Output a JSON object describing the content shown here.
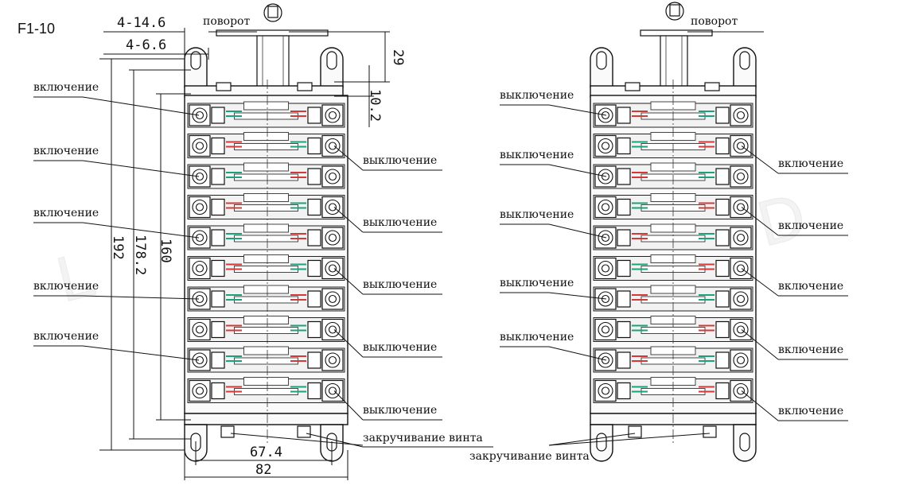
{
  "model_label": "F1-10",
  "left": {
    "rotation_label": "поворот",
    "screw_label": "закручивание винта",
    "left_labels": [
      "включение",
      "включение",
      "включение",
      "включение",
      "включение"
    ],
    "right_labels": [
      "выключение",
      "выключение",
      "выключение",
      "выключение",
      "выключение"
    ],
    "dims": {
      "hole_a": "4-14.6",
      "hole_b": "4-6.6",
      "d29": "29",
      "d10_2": "10.2",
      "d192": "192",
      "d178_2": "178.2",
      "d160": "160",
      "d67_4": "67.4",
      "d82": "82"
    },
    "contact_states_left": [
      "on",
      "off",
      "on",
      "off",
      "on",
      "off",
      "on",
      "off",
      "on",
      "off"
    ],
    "contact_states_right": [
      "off",
      "on",
      "off",
      "on",
      "off",
      "on",
      "off",
      "on",
      "off",
      "on"
    ]
  },
  "right": {
    "rotation_label": "поворот",
    "screw_label": "закручивание винта",
    "left_labels": [
      "выключение",
      "выключение",
      "выключение",
      "выключение",
      "выключение"
    ],
    "right_labels": [
      "включение",
      "включение",
      "включение",
      "включение",
      "включение"
    ],
    "contact_states_left": [
      "off",
      "on",
      "off",
      "on",
      "off",
      "on",
      "off",
      "on",
      "off",
      "on"
    ],
    "contact_states_right": [
      "on",
      "off",
      "on",
      "off",
      "on",
      "off",
      "on",
      "off",
      "on",
      "off"
    ]
  },
  "colors": {
    "on": "#1aa37a",
    "off": "#d23a3a",
    "ink": "#111111"
  }
}
